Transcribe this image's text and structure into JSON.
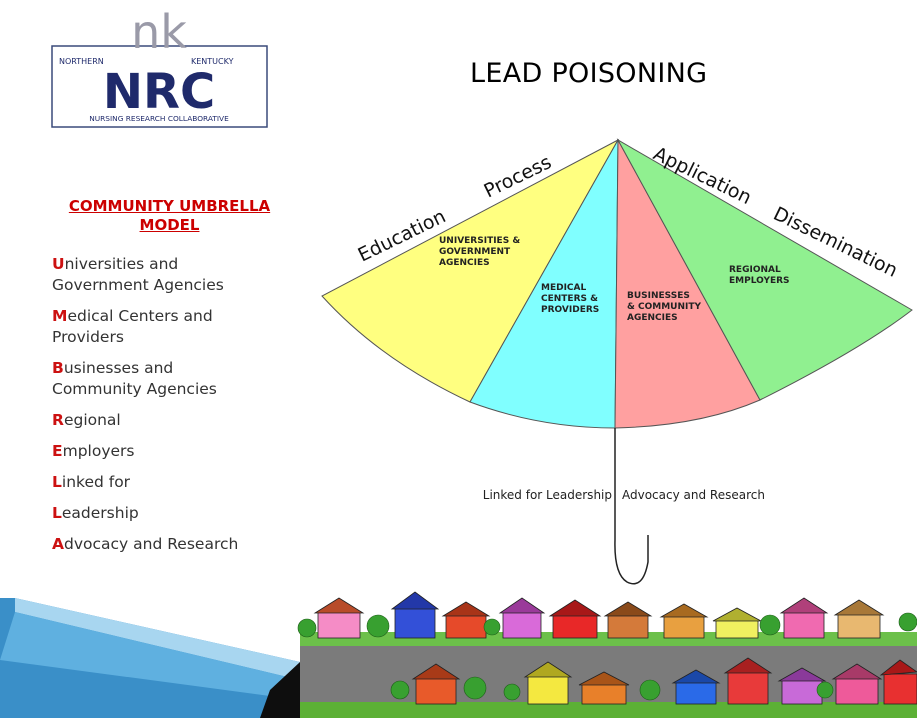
{
  "logo": {
    "top_letters": "nk",
    "left_word": "NORTHERN",
    "right_word": "KENTUCKY",
    "main": "NRC",
    "subtitle": "NURSING RESEARCH COLLABORATIVE",
    "color": "#1f2a6b"
  },
  "title": "LEAD POISONING",
  "model": {
    "title_line1": "COMMUNITY UMBRELLA",
    "title_line2": "MODEL",
    "items": [
      {
        "first": "U",
        "rest": "niversities and"
      },
      {
        "first": "",
        "rest": "Government Agencies"
      },
      {
        "first": "M",
        "rest": "edical Centers and"
      },
      {
        "first": "",
        "rest": "Providers"
      },
      {
        "first": "B",
        "rest": "usinesses and"
      },
      {
        "first": "",
        "rest": "Community Agencies"
      },
      {
        "first": "R",
        "rest": "egional"
      },
      {
        "first": "E",
        "rest": "mployers"
      },
      {
        "first": "L",
        "rest": "inked for"
      },
      {
        "first": "L",
        "rest": "eadership"
      },
      {
        "first": "A",
        "rest": "dvocacy and Research"
      }
    ]
  },
  "umbrella": {
    "arc_labels": {
      "education": "Education",
      "process": "Process",
      "application": "Application",
      "dissemination": "Dissemination"
    },
    "segments": [
      {
        "lines": [
          "UNIVERSITIES &",
          "GOVERNMENT",
          "AGENCIES"
        ],
        "color": "#ffff80"
      },
      {
        "lines": [
          "MEDICAL",
          "CENTERS &",
          "PROVIDERS"
        ],
        "color": "#80ffff"
      },
      {
        "lines": [
          "BUSINESSES",
          "& COMMUNITY",
          "AGENCIES"
        ],
        "color": "#ffa0a0"
      },
      {
        "lines": [
          "REGIONAL",
          "EMPLOYERS"
        ],
        "color": "#90f090"
      }
    ],
    "handle_left": "Linked for Leadership",
    "handle_right": "Advocacy and Research"
  },
  "colors": {
    "accent_red": "#cc0000",
    "arrow_blue": "#4aa3d8"
  }
}
